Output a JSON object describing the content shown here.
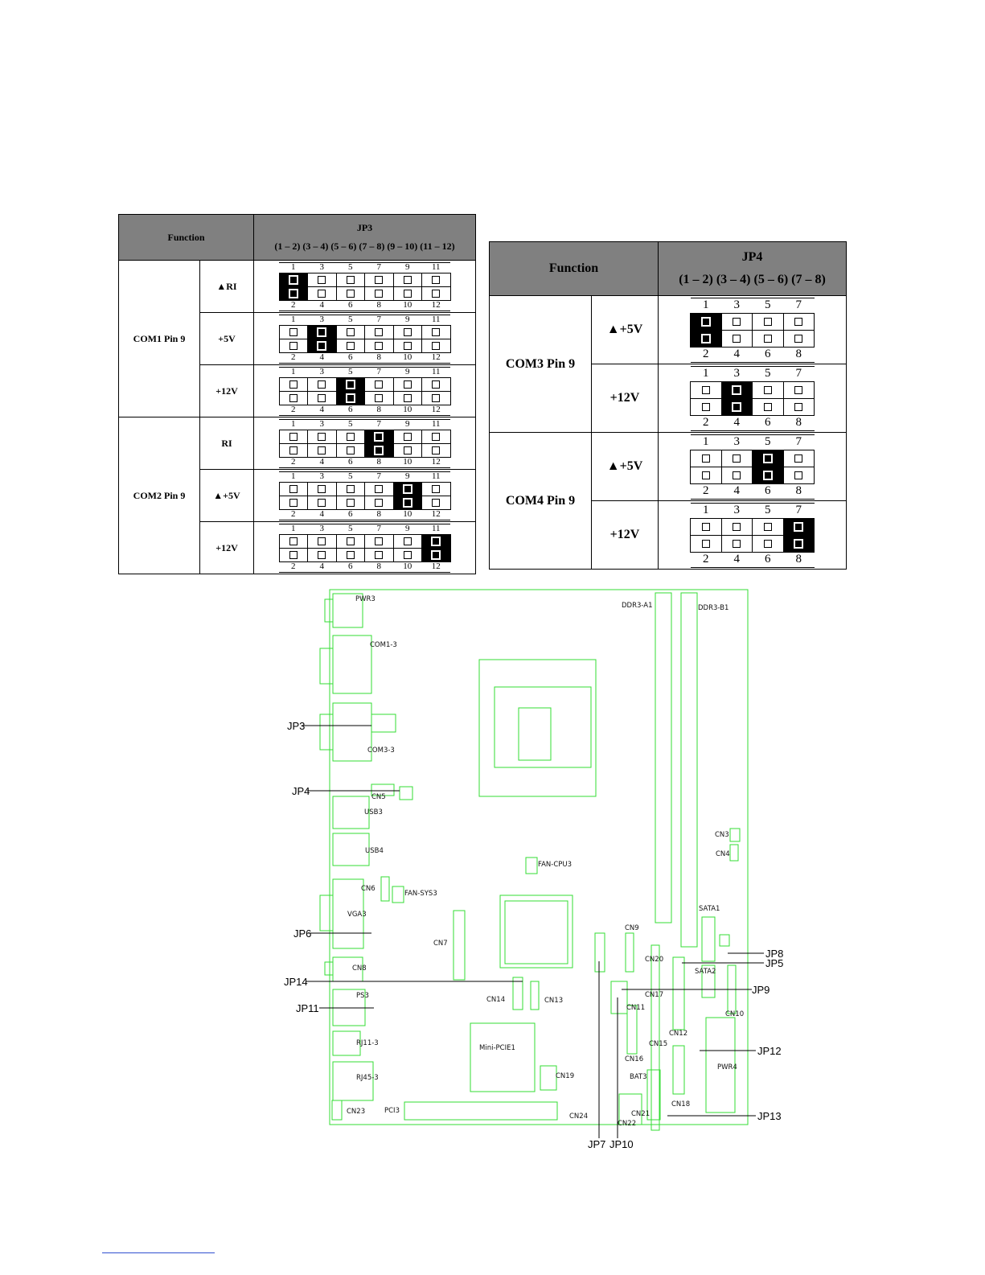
{
  "jp3": {
    "function_label": "Function",
    "jumper": "JP3",
    "pairs": "(1 – 2) (3 – 4) (5 – 6) (7 – 8) (9 – 10) (11 – 12)",
    "top_pins": [
      "1",
      "3",
      "5",
      "7",
      "9",
      "11"
    ],
    "bottom_pins": [
      "2",
      "4",
      "6",
      "8",
      "10",
      "12"
    ],
    "groups": [
      {
        "name": "COM1 Pin 9",
        "rows": [
          {
            "label": "▲RI",
            "shorted": 0
          },
          {
            "label": "+5V",
            "shorted": 1
          },
          {
            "label": "+12V",
            "shorted": 2
          }
        ]
      },
      {
        "name": "COM2 Pin 9",
        "rows": [
          {
            "label": "RI",
            "shorted": 3
          },
          {
            "label": "▲+5V",
            "shorted": 4
          },
          {
            "label": "+12V",
            "shorted": 5
          }
        ]
      }
    ]
  },
  "jp4": {
    "function_label": "Function",
    "jumper": "JP4",
    "pairs": "(1 – 2) (3 – 4) (5 – 6) (7 – 8)",
    "top_pins": [
      "1",
      "3",
      "5",
      "7"
    ],
    "bottom_pins": [
      "2",
      "4",
      "6",
      "8"
    ],
    "groups": [
      {
        "name": "COM3 Pin 9",
        "rows": [
          {
            "label": "▲+5V",
            "shorted": 0
          },
          {
            "label": "+12V",
            "shorted": 1
          }
        ]
      },
      {
        "name": "COM4 Pin 9",
        "rows": [
          {
            "label": "▲+5V",
            "shorted": 2
          },
          {
            "label": "+12V",
            "shorted": 3
          }
        ]
      }
    ]
  },
  "board": {
    "outline_color": "#33dd33",
    "labels": [
      "PWR3",
      "COM1-3",
      "COM3-3",
      "CN5",
      "USB3",
      "USB4",
      "FAN-CPU3",
      "CN6",
      "FAN-SYS3",
      "VGA3",
      "CN7",
      "CN8",
      "CN14",
      "CN13",
      "PS3",
      "RJ11-3",
      "Mini-PCIE1",
      "RJ45-3",
      "CN19",
      "CN23",
      "PCI3",
      "CN24",
      "DDR3-A1",
      "DDR3-B1",
      "CN3",
      "CN4",
      "SATA1",
      "CN9",
      "CN20",
      "SATA2",
      "CN17",
      "CN11",
      "CN10",
      "CN12",
      "CN15",
      "CN16",
      "PWR4",
      "BAT3",
      "CN18",
      "CN21",
      "CN22"
    ],
    "callouts": [
      "JP3",
      "JP4",
      "JP6",
      "JP14",
      "JP11",
      "JP8",
      "JP5",
      "JP9",
      "JP12",
      "JP13",
      "JP7",
      "JP10"
    ]
  }
}
